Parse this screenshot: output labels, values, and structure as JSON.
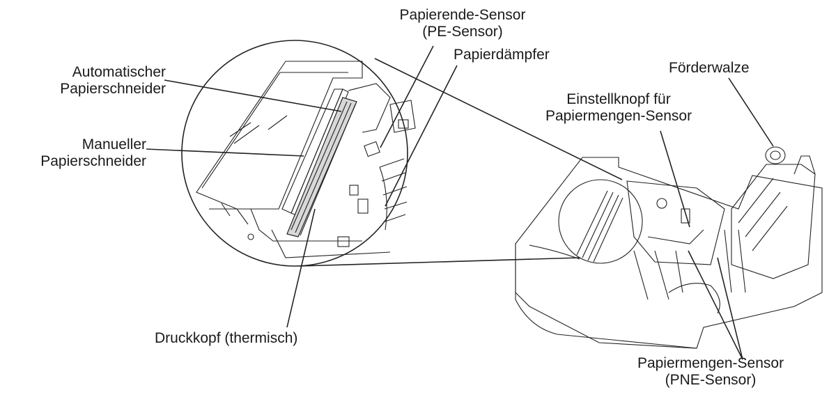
{
  "labels": {
    "pe_sensor": [
      "Papierende-Sensor",
      "(PE-Sensor)"
    ],
    "paper_damper": "Papierdämpfer",
    "auto_cutter": [
      "Automatischer",
      "Papierschneider"
    ],
    "feed_roller": "Förderwalze",
    "pne_knob": [
      "Einstellknopf für",
      "Papiermengen-Sensor"
    ],
    "manual_cutter": [
      "Manueller",
      "Papierschneider"
    ],
    "print_head": "Druckkopf (thermisch)",
    "pne_sensor": [
      "Papiermengen-Sensor",
      "(PNE-Sensor)"
    ]
  }
}
